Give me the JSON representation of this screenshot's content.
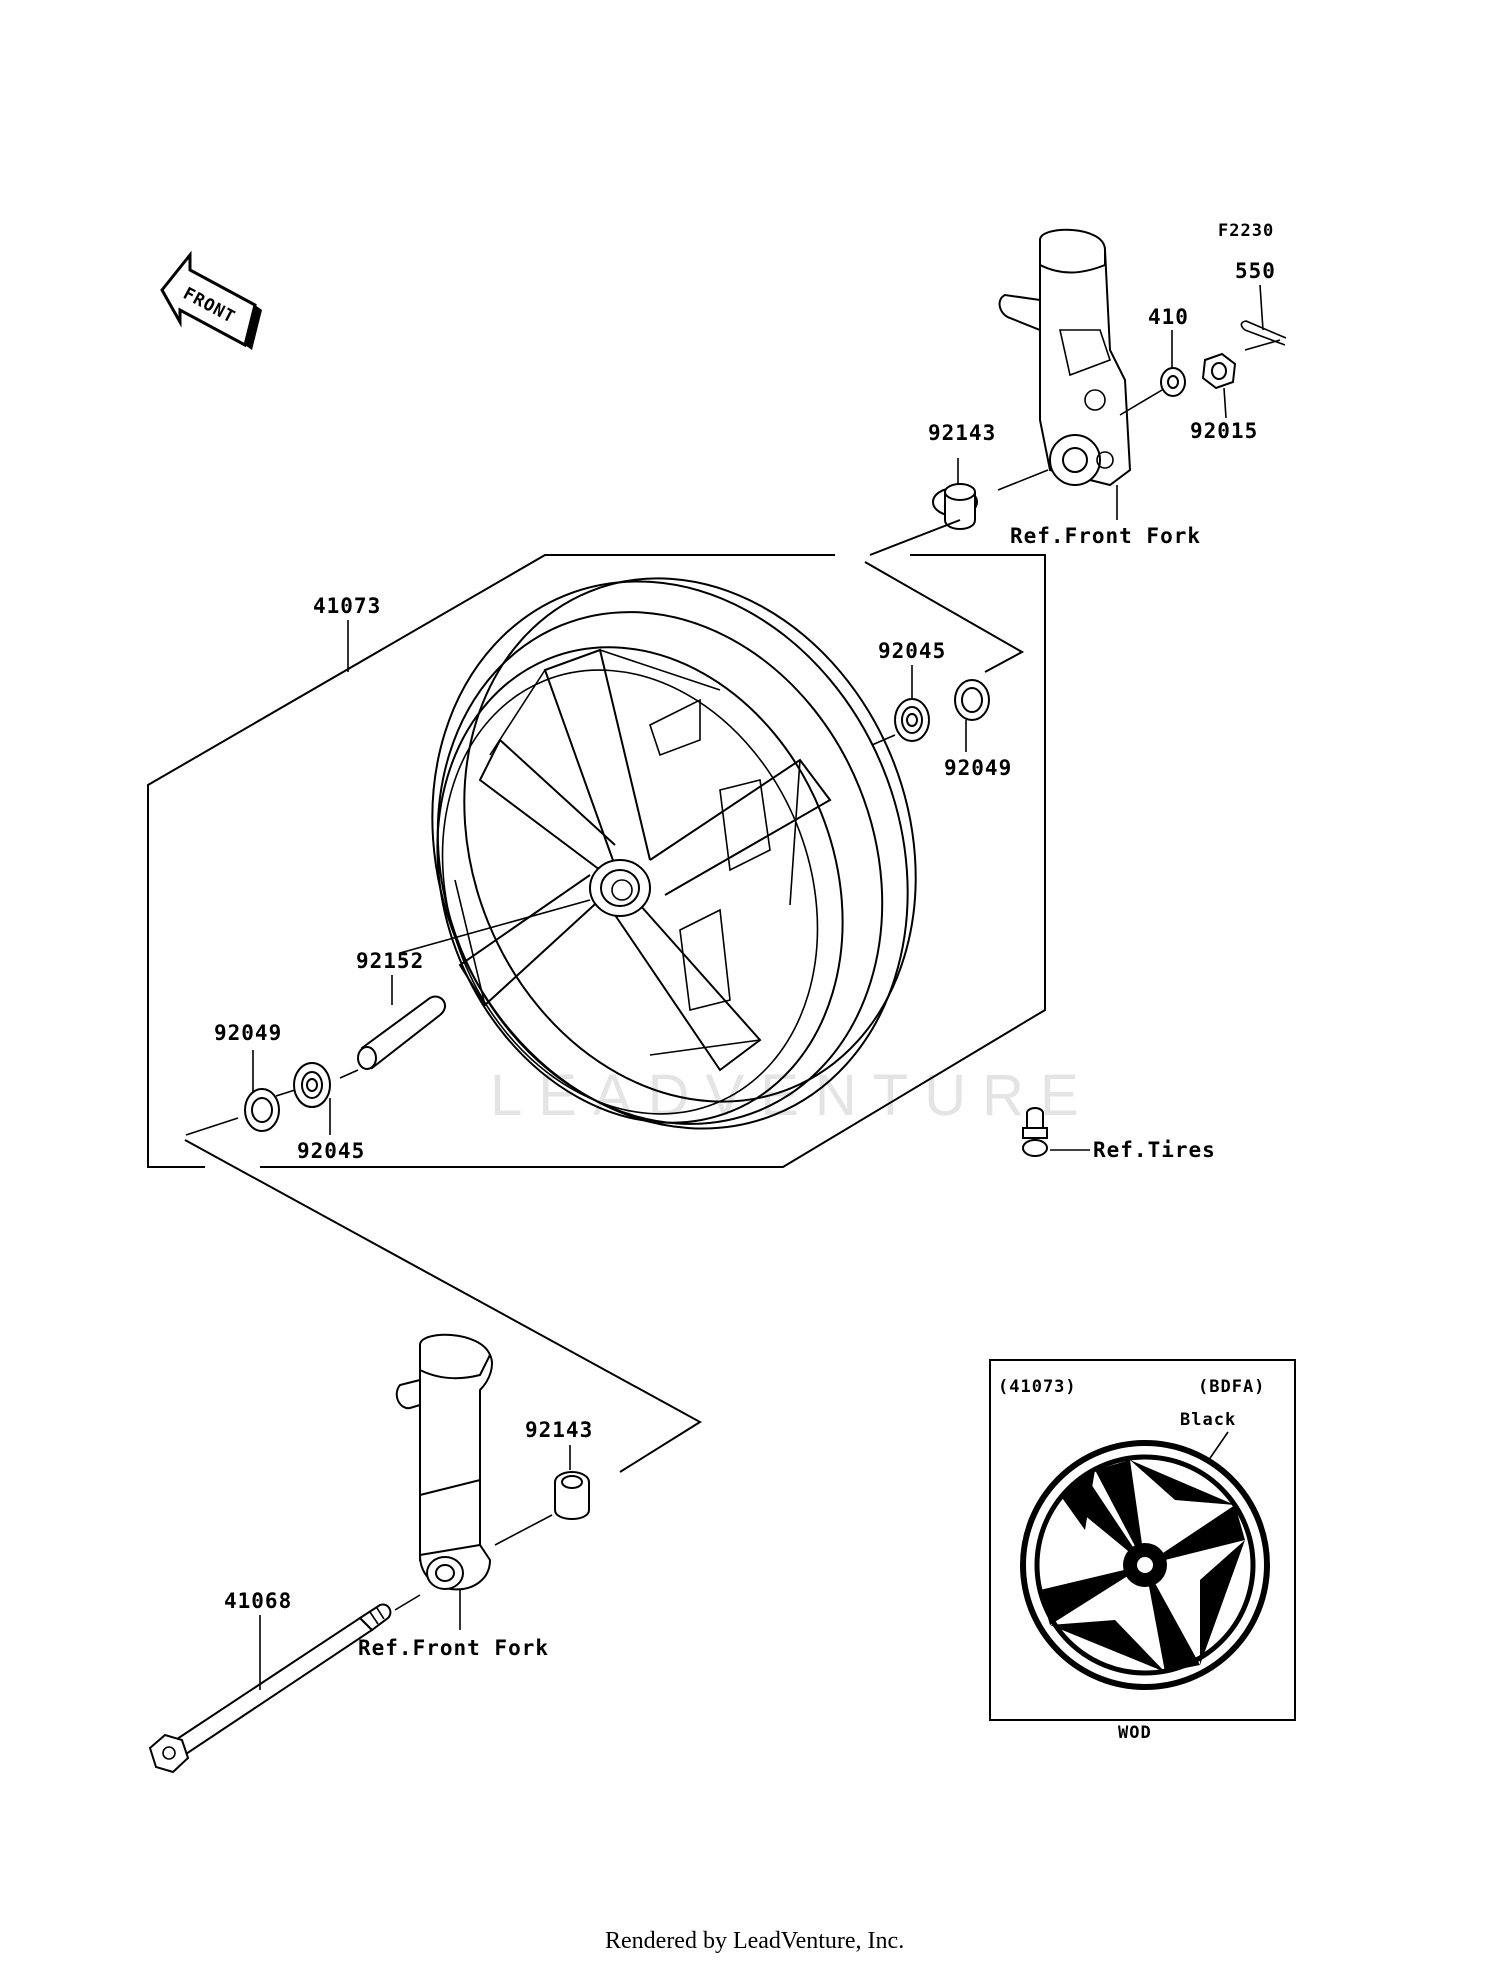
{
  "diagram_code": "F2230",
  "front_arrow_label": "FRONT",
  "watermark": "LEADVENTURE",
  "footer": "Rendered by LeadVenture, Inc.",
  "parts": {
    "p550": "550",
    "p410": "410",
    "p92015": "92015",
    "p92143_top": "92143",
    "ref_front_fork_top": "Ref.Front Fork",
    "p41073": "41073",
    "p92045_right": "92045",
    "p92049_right": "92049",
    "p92152": "92152",
    "p92049_left": "92049",
    "p92045_left": "92045",
    "ref_tires": "Ref.Tires",
    "p92143_bottom": "92143",
    "p41068": "41068",
    "ref_front_fork_bottom": "Ref.Front Fork"
  },
  "inset": {
    "part_no": "(41073)",
    "variant_code": "(BDFA)",
    "color": "Black",
    "footer_code": "WOD"
  }
}
